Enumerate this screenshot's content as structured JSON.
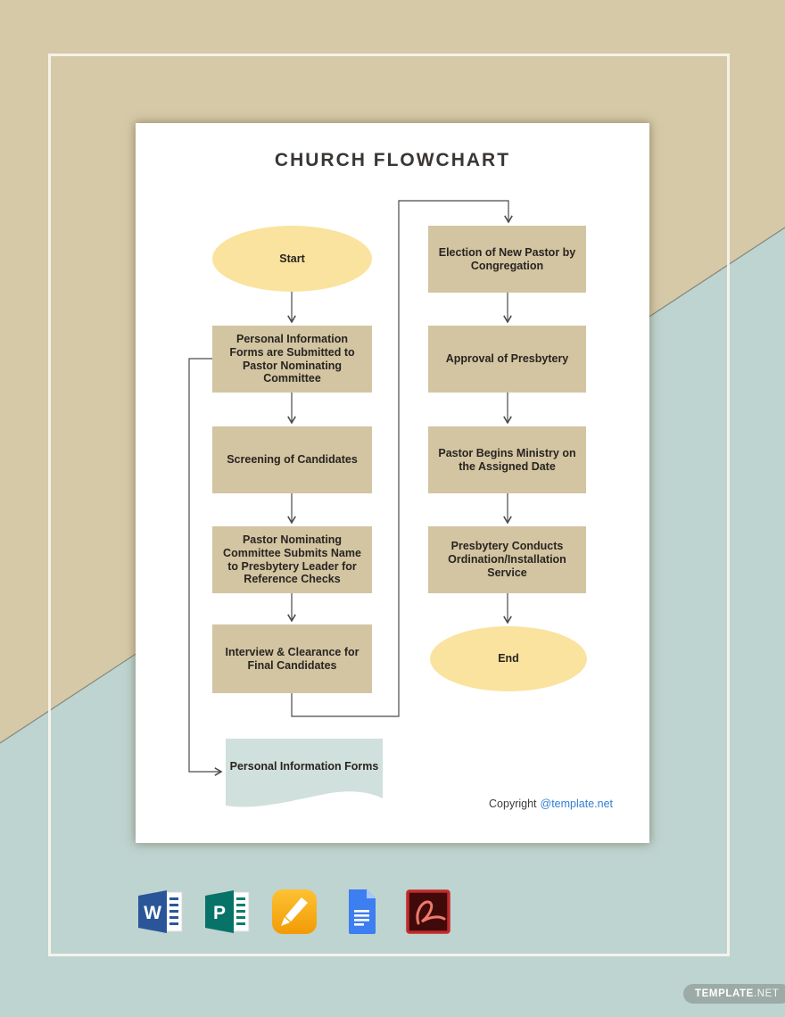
{
  "header": {
    "title": "CHURCH FLOWCHART"
  },
  "flowchart": {
    "nodes": [
      {
        "id": "start",
        "shape": "terminator",
        "label": "Start"
      },
      {
        "id": "forms-submitted",
        "shape": "process",
        "label": "Personal Information Forms are Submitted to Pastor Nominating Committee"
      },
      {
        "id": "screening",
        "shape": "process",
        "label": "Screening of Candidates"
      },
      {
        "id": "submit-name",
        "shape": "process",
        "label": "Pastor Nominating Committee Submits Name to Presbytery Leader for Reference Checks"
      },
      {
        "id": "interview",
        "shape": "process",
        "label": "Interview & Clearance for Final Candidates"
      },
      {
        "id": "pif-document",
        "shape": "document",
        "label": "Personal Information Forms"
      },
      {
        "id": "election",
        "shape": "process",
        "label": "Election of New Pastor by Congregation"
      },
      {
        "id": "approval",
        "shape": "process",
        "label": "Approval of Presbytery"
      },
      {
        "id": "ministry",
        "shape": "process",
        "label": "Pastor Begins Ministry on the Assigned Date"
      },
      {
        "id": "ordination",
        "shape": "process",
        "label": "Presbytery Conducts Ordination/Installation Service"
      },
      {
        "id": "end",
        "shape": "terminator",
        "label": "End"
      }
    ],
    "colors": {
      "terminator_fill": "#FAE39E",
      "process_fill": "#D3C5A2",
      "document_fill": "#D0E0DC",
      "connector": "#4A4A4A"
    }
  },
  "footer": {
    "copyright_text": "Copyright",
    "copyright_link": "@template.net"
  },
  "export_icons": [
    {
      "name": "Microsoft Word",
      "letter": "W"
    },
    {
      "name": "Microsoft Publisher",
      "letter": "P"
    },
    {
      "name": "Apple Pages"
    },
    {
      "name": "Google Docs"
    },
    {
      "name": "Adobe PDF"
    }
  ],
  "brand_badge": {
    "name_bold": "TEMPLATE",
    "name_tld": ".NET"
  },
  "background": {
    "top_color": "#D6C9A8",
    "bottom_color": "#BED4D0",
    "frame_color": "#F9F6EE",
    "page_color": "#FFFFFF",
    "link_color": "#2F7FD6",
    "badge_color": "#9DABA7"
  }
}
